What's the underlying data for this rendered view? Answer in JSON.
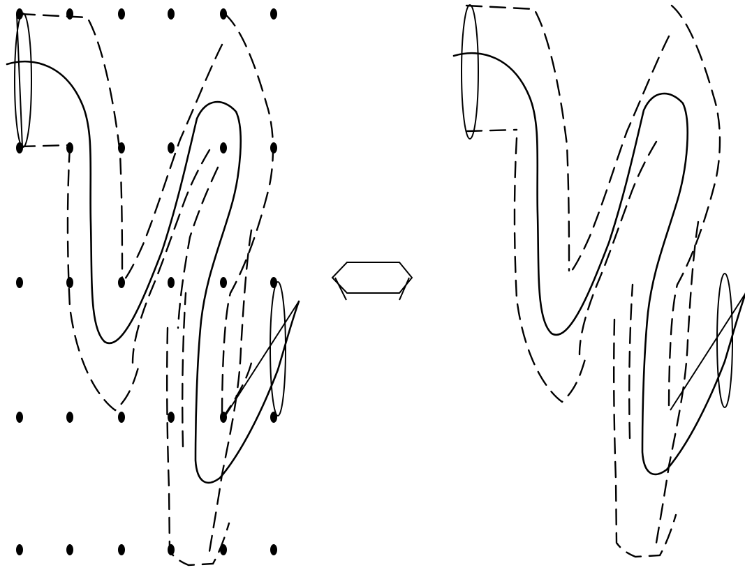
{
  "figure": {
    "ink_color": "#000000",
    "background_color": "#ffffff",
    "left_panel": {
      "grid_columns": 6,
      "grid_rows": 5,
      "show_grid_dots": true
    },
    "right_panel": {
      "show_grid_dots": false
    },
    "connector": {
      "symbol": "bidirectional-double-arrow"
    }
  }
}
